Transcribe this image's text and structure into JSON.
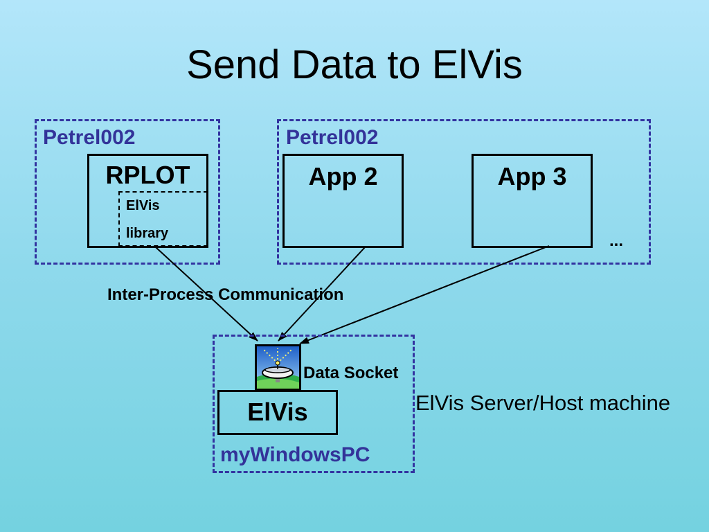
{
  "title": "Send Data to ElVis",
  "groups": {
    "left": {
      "label": "Petrel002"
    },
    "right": {
      "label": "Petrel002"
    },
    "bottom": {
      "label": "myWindowsPC"
    }
  },
  "apps": {
    "rplot": "RPLOT",
    "elvis_library_line1": "ElVis",
    "elvis_library_line2": "library",
    "app2": "App 2",
    "app3": "App 3",
    "ellipsis": "..."
  },
  "ipc_label": "Inter-Process Communication",
  "data_socket": {
    "label": "Data Socket",
    "icon": "satellite-dish-icon"
  },
  "elvis": "ElVis",
  "server_label": "ElVis Server/Host machine",
  "colors": {
    "group_border": "#3333a0",
    "group_label": "#333399"
  }
}
